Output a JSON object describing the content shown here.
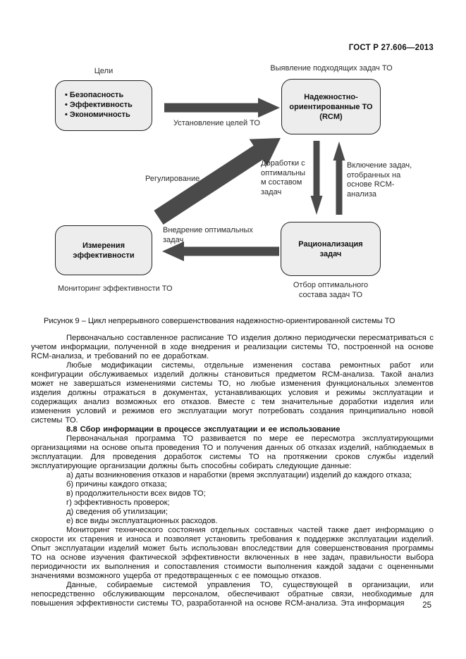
{
  "page": {
    "header": "ГОСТ Р 27.606—2013",
    "number": "25"
  },
  "figure": {
    "caption": "Рисунок 9 – Цикл непрерывного совершенствования надежностно-ориентированной системы ТО",
    "boxes": {
      "goals": "• Безопасность\n• Эффективность\n• Экономичность",
      "rcm": "Надежностно-\nориентированные ТО\n(RCM)",
      "measure": "Измерения\nэффективности",
      "rational": "Рационализация\nзадач"
    },
    "labels": {
      "goals_top": "Цели",
      "rcm_top": "Выявление подходящих задач ТО",
      "set_goals": "Установление целей ТО",
      "regulation": "Регулирование",
      "rework": "Доработки с\nоптимальны\nм составом\nзадач",
      "include": "Включение задач,\nотобранных на\nоснове RCM-\nанализа",
      "implement": "Внедрение оптимальных\nзадач",
      "monitoring": "Мониторинг эффективности ТО",
      "selection": "Отбор оптимального\nсостава задач ТО"
    },
    "colors": {
      "box_fill": "#ededed",
      "box_border": "#222222",
      "arrow": "#4a4a4a"
    }
  },
  "content": {
    "p1": "Первоначально составленное расписание ТО изделия должно периодически пересматриваться с учетом информации, полученной в ходе внедрения и реализации системы ТО, построенной на основе RCM-анализа, и требований по ее доработкам.",
    "p2": "Любые модификации системы, отдельные изменения состава ремонтных работ или конфигурации обслуживаемых изделий должны становиться предметом RCM-анализа. Такой анализ может не завершаться изменениями системы ТО, но любые изменения функциональных элементов изделия должны отражаться в документах, устанавливающих условия и режимы эксплуатации и содержащих анализ возможных его отказов. Вместе с тем значительные доработки изделия или изменения условий и режимов его эксплуатации могут потребовать создания принципиально новой системы ТО.",
    "h88": "8.8 Сбор информации в процессе эксплуатации и ее использование",
    "p3": "Первоначальная программа ТО развивается по мере ее пересмотра эксплуатирующими организациями на основе опыта проведения ТО и получения данных об отказах изделий, наблюдаемых в эксплуатации. Для проведения доработок системы ТО на протяжении сроков службы изделий эксплуатирующие организации должны быть способны собирать следующие данные:",
    "list": [
      "а) даты возникновения отказов и наработки (время эксплуатации) изделий до каждого отказа;",
      "б) причины каждого отказа;",
      "в) продолжительности всех видов ТО;",
      "г) эффективность проверок;",
      "д) сведения об утилизации;",
      "е) все виды эксплуатационных расходов."
    ],
    "p4": "Мониторинг технического состояния отдельных составных частей также дает информацию о скорости их старения и износа и позволяет установить требования к поддержке эксплуатации изделий. Опыт эксплуатации изделий может быть использован впоследствии для совершенствования программы ТО на основе изучения фактической эффективности включенных в нее задач, правильности выбора периодичности их выполнения и сопоставления стоимости выполнения каждой задачи с оцененными значениями возможного ущерба от предотвращенных с ее помощью отказов.",
    "p5": "Данные, собираемые системой управления ТО, существующей в организации, или непосредственно обслуживающим персоналом, обеспечивают обратные связи, необходимые для повышения эффективности системы ТО, разработанной на основе RCM-анализа. Эта информация"
  }
}
